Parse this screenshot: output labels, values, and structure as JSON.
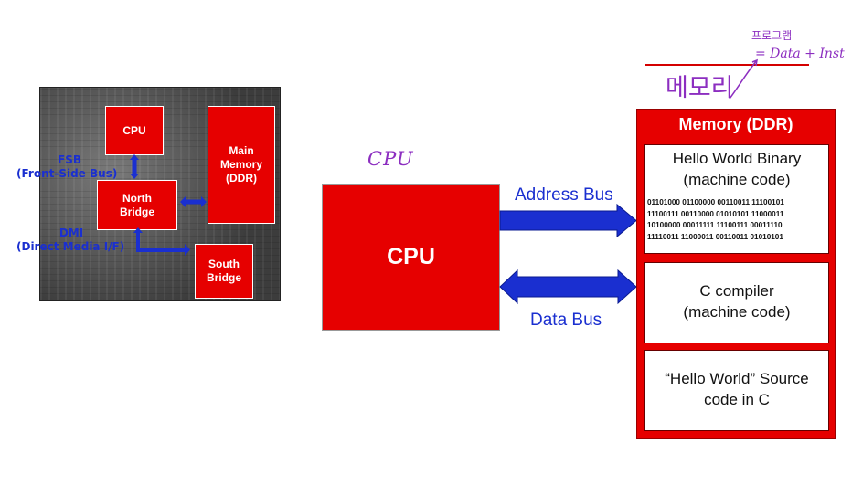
{
  "motherboard": {
    "cpu": "CPU",
    "north_bridge": "North\nBridge",
    "main_memory": "Main\nMemory\n(DDR)",
    "south_bridge": "South\nBridge",
    "fsb_title": "FSB",
    "fsb_sub": "(Front-Side Bus)",
    "dmi_title": "DMI",
    "dmi_sub": "(Direct Media I/F)"
  },
  "diagram": {
    "cpu": "CPU",
    "address_bus": "Address Bus",
    "data_bus": "Data Bus",
    "bus_color": "#1a2fd0",
    "block_color": "#e60000"
  },
  "memory": {
    "title": "Memory (DDR)",
    "binary_box": {
      "title_line1": "Hello World Binary",
      "title_line2": "(machine code)",
      "binary_lines": [
        "01101000 01100000 00110011 11100101",
        "11100111 00110000 01010101 11000011",
        "10100000 00011111 11100111 00011110",
        "11110011 11000011 00110011 01010101"
      ]
    },
    "compiler_box": {
      "line1": "C compiler",
      "line2": "(machine code)"
    },
    "source_box": {
      "line1": "“Hello World” Source",
      "line2": "code in C"
    }
  },
  "annotations": {
    "cpu_note": "CPU",
    "memory_note": "메모리",
    "program_note": "프로그램",
    "data_inst_note": "= Data + Inst"
  }
}
